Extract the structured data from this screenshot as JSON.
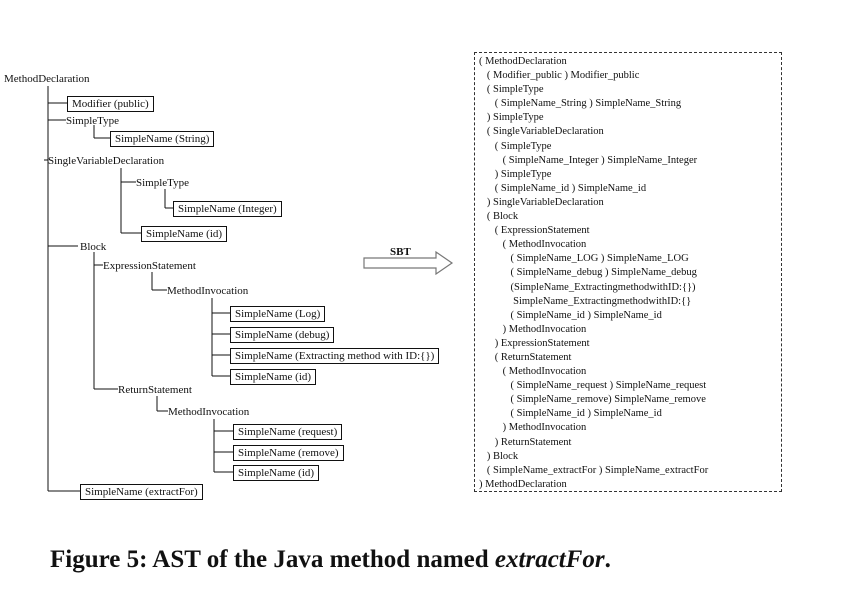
{
  "ast": {
    "nodes": [
      {
        "id": "n0",
        "label": "MethodDeclaration",
        "boxed": false
      },
      {
        "id": "n1",
        "label": "Modifier (public)",
        "boxed": true
      },
      {
        "id": "n2",
        "label": "SimpleType",
        "boxed": false
      },
      {
        "id": "n3",
        "label": "SimpleName (String)",
        "boxed": true
      },
      {
        "id": "n4",
        "label": "SingleVariableDeclaration",
        "boxed": false
      },
      {
        "id": "n5",
        "label": "SimpleType",
        "boxed": false
      },
      {
        "id": "n6",
        "label": "SimpleName (Integer)",
        "boxed": true
      },
      {
        "id": "n7",
        "label": "SimpleName (id)",
        "boxed": true
      },
      {
        "id": "n8",
        "label": "Block",
        "boxed": false
      },
      {
        "id": "n9",
        "label": "ExpressionStatement",
        "boxed": false
      },
      {
        "id": "n10",
        "label": "MethodInvocation",
        "boxed": false
      },
      {
        "id": "n11",
        "label": "SimpleName (Log)",
        "boxed": true
      },
      {
        "id": "n12",
        "label": "SimpleName (debug)",
        "boxed": true
      },
      {
        "id": "n13",
        "label": "SimpleName (Extracting method with ID:{})",
        "boxed": true
      },
      {
        "id": "n14",
        "label": "SimpleName (id)",
        "boxed": true
      },
      {
        "id": "n15",
        "label": "ReturnStatement",
        "boxed": false
      },
      {
        "id": "n16",
        "label": "MethodInvocation",
        "boxed": false
      },
      {
        "id": "n17",
        "label": "SimpleName (request)",
        "boxed": true
      },
      {
        "id": "n18",
        "label": "SimpleName (remove)",
        "boxed": true
      },
      {
        "id": "n19",
        "label": "SimpleName (id)",
        "boxed": true
      },
      {
        "id": "n20",
        "label": "SimpleName (extractFor)",
        "boxed": true
      }
    ]
  },
  "arrow_label": "SBT",
  "sbt_lines": [
    "( MethodDeclaration",
    "   ( Modifier_public ) Modifier_public",
    "   ( SimpleType",
    "      ( SimpleName_String ) SimpleName_String",
    "   ) SimpleType",
    "   ( SingleVariableDeclaration",
    "      ( SimpleType",
    "         ( SimpleName_Integer ) SimpleName_Integer",
    "      ) SimpleType",
    "      ( SimpleName_id ) SimpleName_id",
    "   ) SingleVariableDeclaration",
    "   ( Block",
    "      ( ExpressionStatement",
    "         ( MethodInvocation",
    "            ( SimpleName_LOG ) SimpleName_LOG",
    "            ( SimpleName_debug ) SimpleName_debug",
    "            (SimpleName_ExtractingmethodwithID:{})",
    "             SimpleName_ExtractingmethodwithID:{}",
    "            ( SimpleName_id ) SimpleName_id",
    "         ) MethodInvocation",
    "      ) ExpressionStatement",
    "      ( ReturnStatement",
    "         ( MethodInvocation",
    "            ( SimpleName_request ) SimpleName_request",
    "            ( SimpleName_remove) SimpleName_remove",
    "            ( SimpleName_id ) SimpleName_id",
    "         ) MethodInvocation",
    "      ) ReturnStatement",
    "   ) Block",
    "   ( SimpleName_extractFor ) SimpleName_extractFor",
    ") MethodDeclaration"
  ],
  "caption": {
    "prefix": "Figure 5: AST of the Java method named ",
    "emph": "extractFor",
    "suffix": "."
  },
  "colors": {
    "ink": "#111111",
    "arrow": "#777777",
    "background": "#ffffff"
  }
}
